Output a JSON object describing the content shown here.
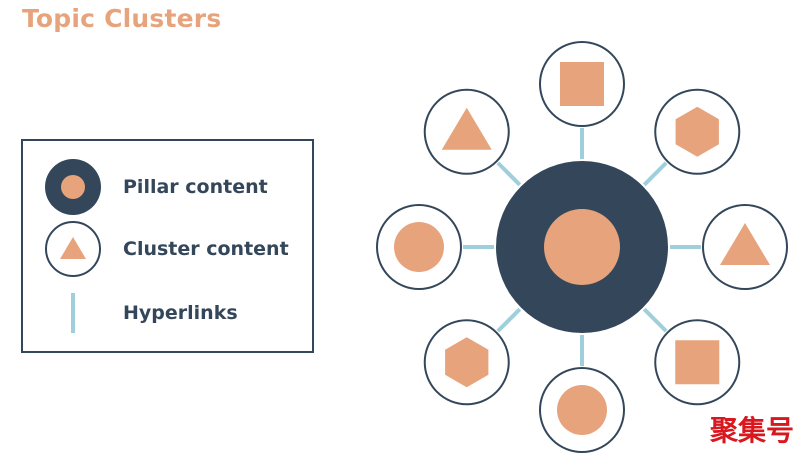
{
  "title": "Topic Clusters",
  "legend": {
    "items": [
      {
        "label": "Pillar content",
        "icon": "pillar-icon"
      },
      {
        "label": "Cluster content",
        "icon": "cluster-icon"
      },
      {
        "label": "Hyperlinks",
        "icon": "hyperlink-icon"
      }
    ]
  },
  "colors": {
    "accent": "#e7a37c",
    "dark": "#34475a",
    "link": "#9fcfdb",
    "watermark": "#d8171e"
  },
  "diagram": {
    "pillar_shape": "circle",
    "clusters": [
      {
        "shape": "square"
      },
      {
        "shape": "hexagon"
      },
      {
        "shape": "triangle"
      },
      {
        "shape": "square"
      },
      {
        "shape": "circle"
      },
      {
        "shape": "hexagon"
      },
      {
        "shape": "circle"
      },
      {
        "shape": "triangle"
      }
    ]
  },
  "watermark": "聚集号"
}
